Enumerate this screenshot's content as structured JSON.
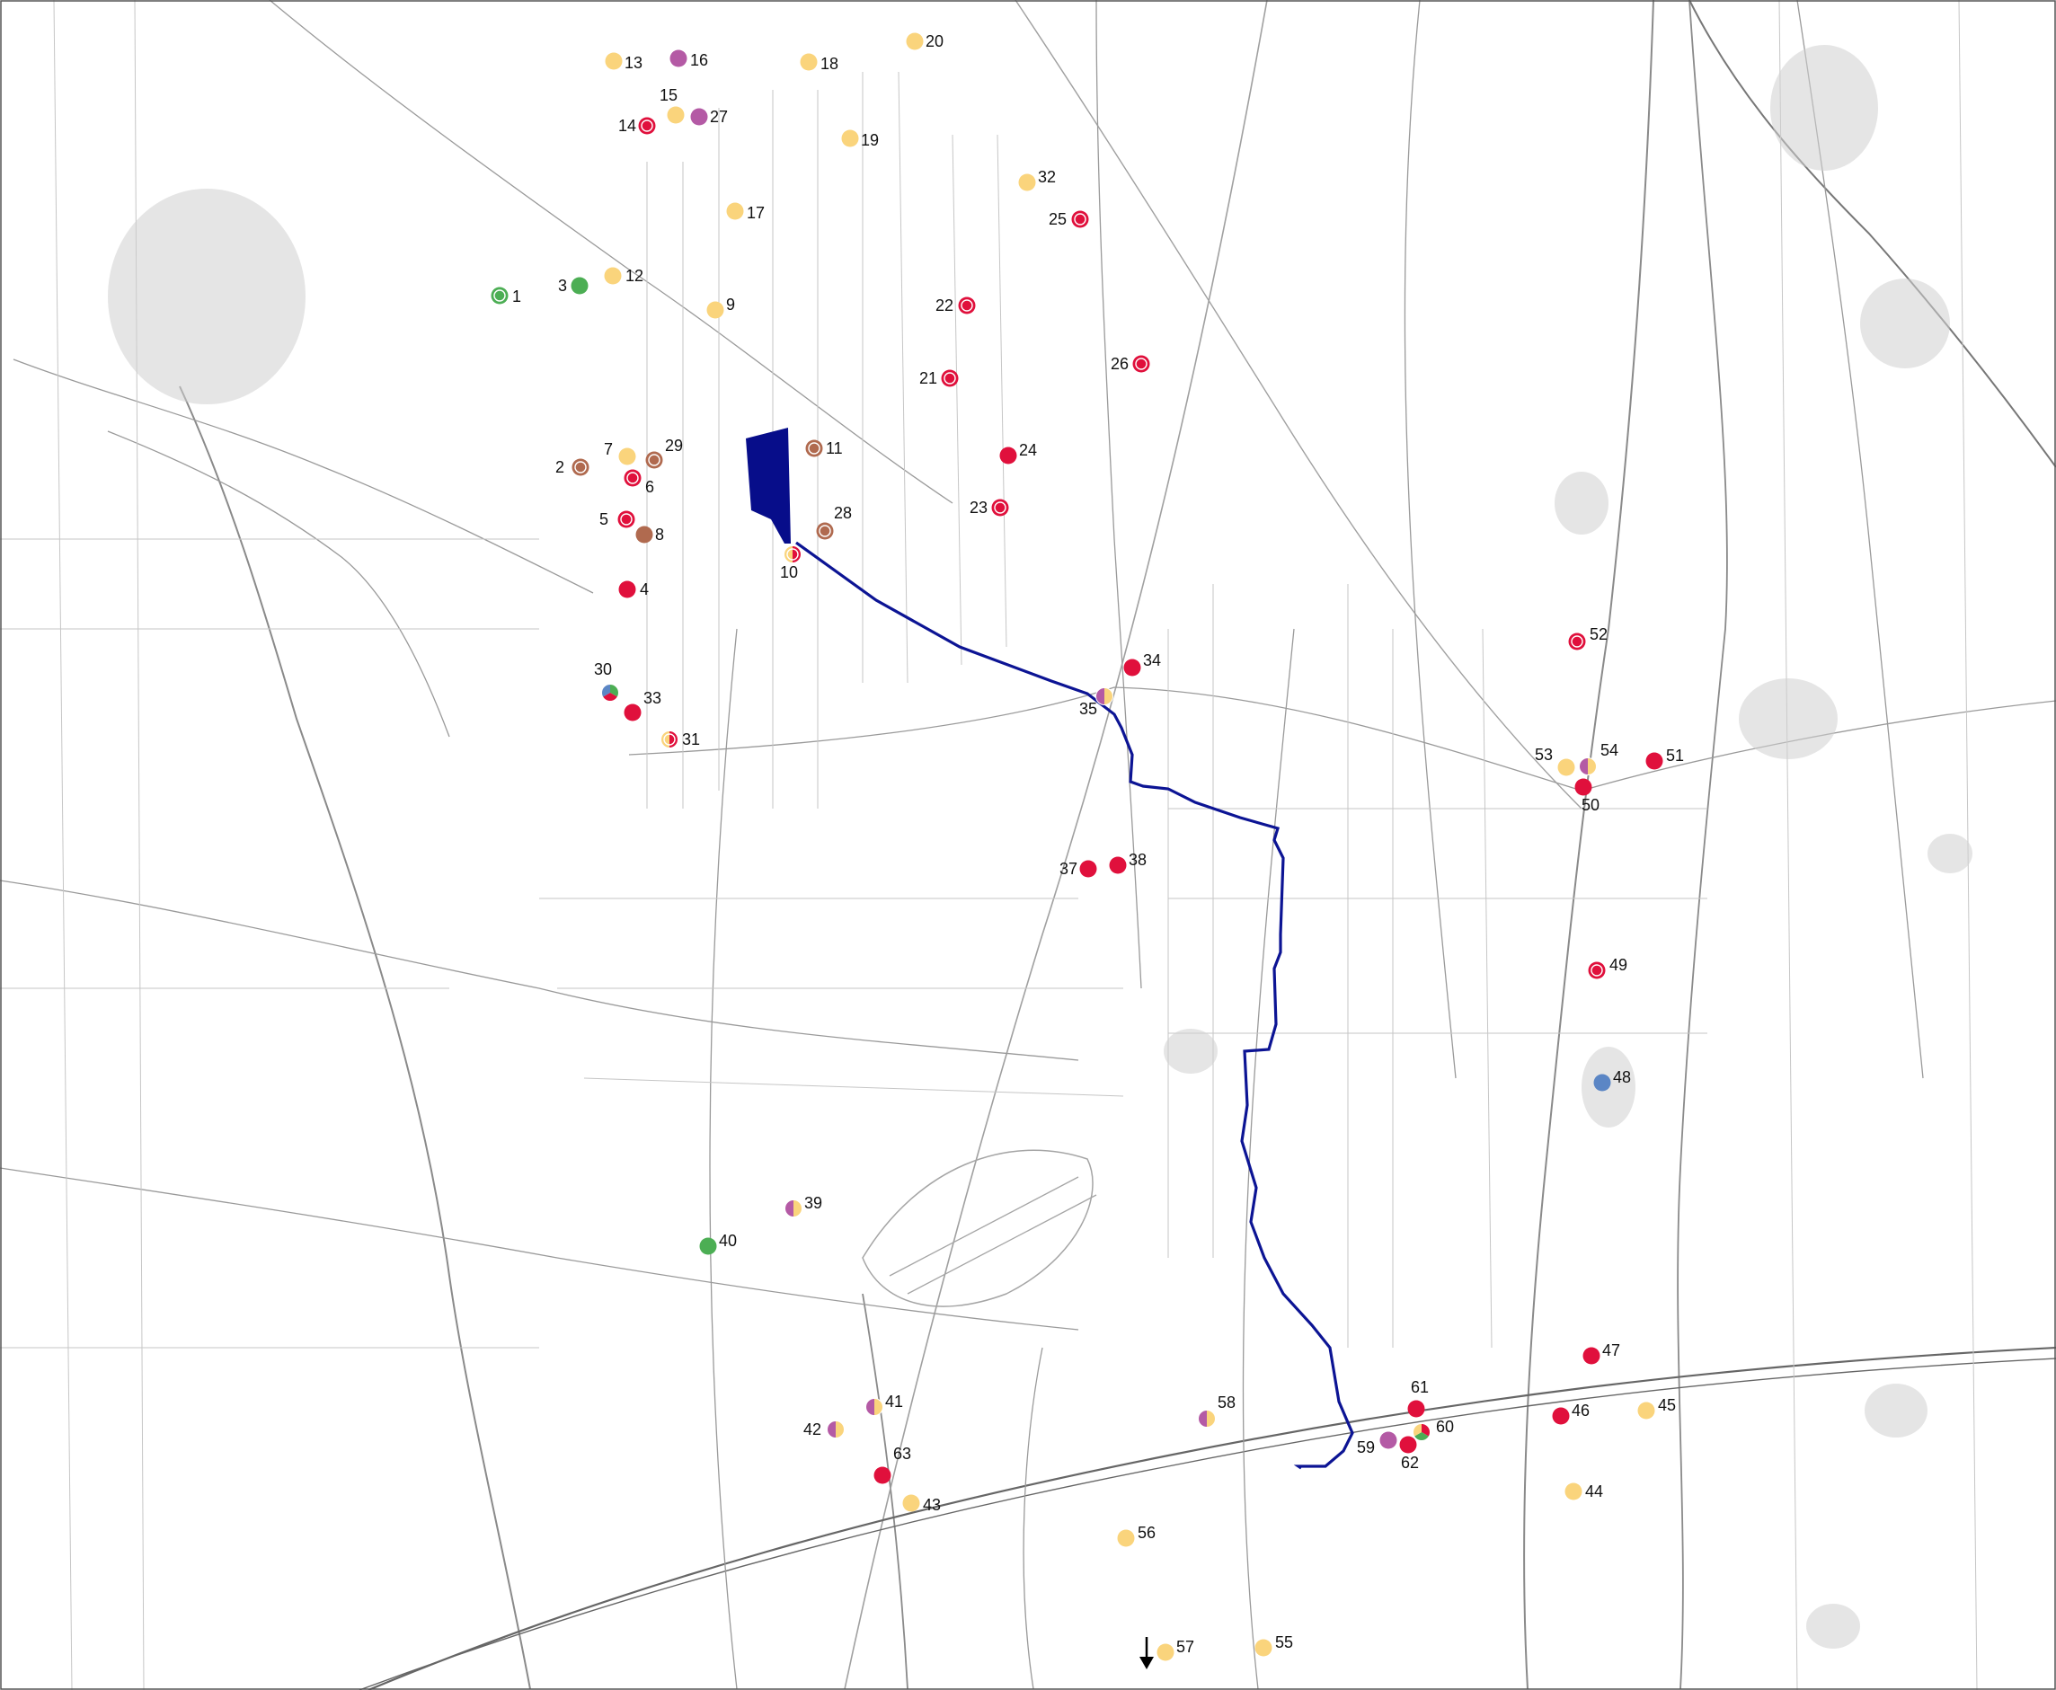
{
  "colors": {
    "yellow": "#fad47c",
    "red": "#e0103c",
    "purple": "#b45aa5",
    "brown": "#b06a4f",
    "green": "#4cae54",
    "blue": "#5b86c5",
    "route": "#0c1494",
    "area": "#070d8a",
    "background": "#ffffff",
    "base_lines": "#9a9a9a"
  },
  "icons": {
    "direction": "south-arrow-icon"
  },
  "sites": [
    {
      "id": "1",
      "label": "1",
      "kind": "green",
      "ring": true
    },
    {
      "id": "2",
      "label": "2",
      "kind": "brown",
      "ring": true
    },
    {
      "id": "3",
      "label": "3",
      "kind": "green"
    },
    {
      "id": "4",
      "label": "4",
      "kind": "red"
    },
    {
      "id": "5",
      "label": "5",
      "kind": "red",
      "ring": true
    },
    {
      "id": "6",
      "label": "6",
      "kind": "red",
      "ring": true
    },
    {
      "id": "7",
      "label": "7",
      "kind": "yellow"
    },
    {
      "id": "8",
      "label": "8",
      "kind": "brown"
    },
    {
      "id": "9",
      "label": "9",
      "kind": "yellow"
    },
    {
      "id": "10",
      "label": "10",
      "kind": "split",
      "parts": [
        "red",
        "yellow"
      ],
      "ring": true
    },
    {
      "id": "11",
      "label": "11",
      "kind": "brown",
      "ring": true
    },
    {
      "id": "12",
      "label": "12",
      "kind": "yellow"
    },
    {
      "id": "13",
      "label": "13",
      "kind": "yellow"
    },
    {
      "id": "14",
      "label": "14",
      "kind": "red",
      "ring": true
    },
    {
      "id": "15",
      "label": "15",
      "kind": "yellow"
    },
    {
      "id": "16",
      "label": "16",
      "kind": "purple"
    },
    {
      "id": "17",
      "label": "17",
      "kind": "yellow"
    },
    {
      "id": "18",
      "label": "18",
      "kind": "yellow"
    },
    {
      "id": "19",
      "label": "19",
      "kind": "yellow"
    },
    {
      "id": "20",
      "label": "20",
      "kind": "yellow"
    },
    {
      "id": "21",
      "label": "21",
      "kind": "red",
      "ring": true
    },
    {
      "id": "22",
      "label": "22",
      "kind": "red",
      "ring": true
    },
    {
      "id": "23",
      "label": "23",
      "kind": "red",
      "ring": true
    },
    {
      "id": "24",
      "label": "24",
      "kind": "red"
    },
    {
      "id": "25",
      "label": "25",
      "kind": "red",
      "ring": true
    },
    {
      "id": "26",
      "label": "26",
      "kind": "red",
      "ring": true
    },
    {
      "id": "27",
      "label": "27",
      "kind": "purple"
    },
    {
      "id": "28",
      "label": "28",
      "kind": "brown",
      "ring": true
    },
    {
      "id": "29",
      "label": "29",
      "kind": "brown",
      "ring": true
    },
    {
      "id": "30",
      "label": "30",
      "kind": "split",
      "parts": [
        "green",
        "red",
        "blue"
      ]
    },
    {
      "id": "31",
      "label": "31",
      "kind": "split",
      "parts": [
        "red",
        "yellow"
      ],
      "ring": true
    },
    {
      "id": "32",
      "label": "32",
      "kind": "yellow"
    },
    {
      "id": "33",
      "label": "33",
      "kind": "red"
    },
    {
      "id": "34",
      "label": "34",
      "kind": "red"
    },
    {
      "id": "35",
      "label": "35",
      "kind": "split",
      "parts": [
        "yellow",
        "purple"
      ]
    },
    {
      "id": "37",
      "label": "37",
      "kind": "red"
    },
    {
      "id": "38",
      "label": "38",
      "kind": "red"
    },
    {
      "id": "39",
      "label": "39",
      "kind": "split",
      "parts": [
        "yellow",
        "purple"
      ]
    },
    {
      "id": "40",
      "label": "40",
      "kind": "green"
    },
    {
      "id": "41",
      "label": "41",
      "kind": "split",
      "parts": [
        "yellow",
        "purple"
      ]
    },
    {
      "id": "42",
      "label": "42",
      "kind": "split",
      "parts": [
        "yellow",
        "purple"
      ]
    },
    {
      "id": "43",
      "label": "43",
      "kind": "yellow"
    },
    {
      "id": "44",
      "label": "44",
      "kind": "yellow"
    },
    {
      "id": "45",
      "label": "45",
      "kind": "yellow"
    },
    {
      "id": "46",
      "label": "46",
      "kind": "red"
    },
    {
      "id": "47",
      "label": "47",
      "kind": "red"
    },
    {
      "id": "48",
      "label": "48",
      "kind": "blue"
    },
    {
      "id": "49",
      "label": "49",
      "kind": "red",
      "ring": true
    },
    {
      "id": "50",
      "label": "50",
      "kind": "red"
    },
    {
      "id": "51",
      "label": "51",
      "kind": "red"
    },
    {
      "id": "52",
      "label": "52",
      "kind": "red",
      "ring": true
    },
    {
      "id": "53",
      "label": "53",
      "kind": "yellow"
    },
    {
      "id": "54",
      "label": "54",
      "kind": "split",
      "parts": [
        "yellow",
        "purple"
      ]
    },
    {
      "id": "55",
      "label": "55",
      "kind": "yellow"
    },
    {
      "id": "56",
      "label": "56",
      "kind": "yellow"
    },
    {
      "id": "57",
      "label": "57",
      "kind": "yellow"
    },
    {
      "id": "58",
      "label": "58",
      "kind": "split",
      "parts": [
        "yellow",
        "purple"
      ]
    },
    {
      "id": "59",
      "label": "59",
      "kind": "purple"
    },
    {
      "id": "60",
      "label": "60",
      "kind": "split",
      "parts": [
        "red",
        "green",
        "yellow"
      ]
    },
    {
      "id": "61",
      "label": "61",
      "kind": "red"
    },
    {
      "id": "62",
      "label": "62",
      "kind": "red"
    },
    {
      "id": "63",
      "label": "63",
      "kind": "red"
    }
  ]
}
